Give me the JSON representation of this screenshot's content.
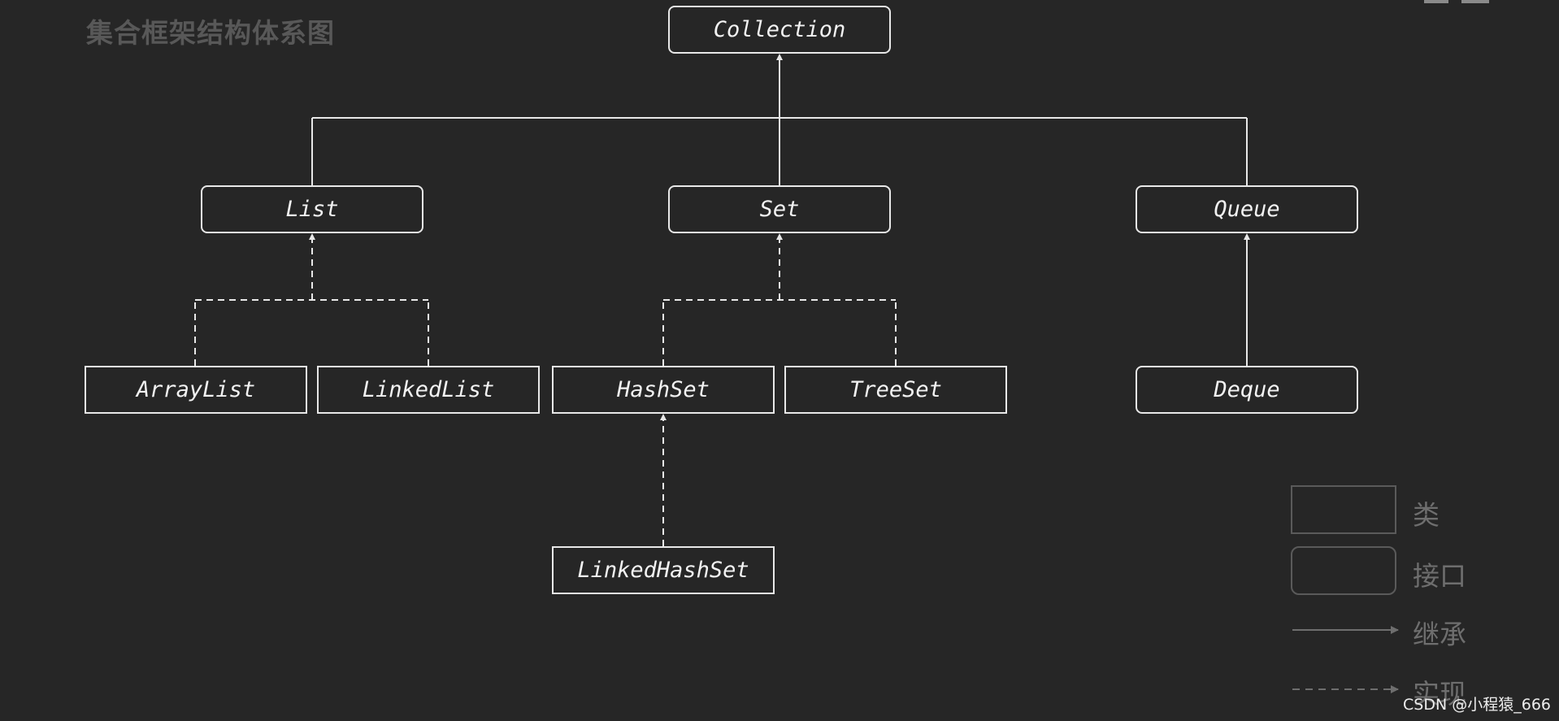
{
  "title": "集合框架结构体系图",
  "nodes": {
    "collection": {
      "label": "Collection",
      "kind": "interface"
    },
    "list": {
      "label": "List",
      "kind": "interface"
    },
    "set": {
      "label": "Set",
      "kind": "interface"
    },
    "queue": {
      "label": "Queue",
      "kind": "interface"
    },
    "arraylist": {
      "label": "ArrayList",
      "kind": "class"
    },
    "linkedlist": {
      "label": "LinkedList",
      "kind": "class"
    },
    "hashset": {
      "label": "HashSet",
      "kind": "class"
    },
    "treeset": {
      "label": "TreeSet",
      "kind": "class"
    },
    "deque": {
      "label": "Deque",
      "kind": "interface"
    },
    "linkedhashset": {
      "label": "LinkedHashSet",
      "kind": "class"
    }
  },
  "edges": [
    {
      "from": "list",
      "to": "collection",
      "type": "inherit"
    },
    {
      "from": "set",
      "to": "collection",
      "type": "inherit"
    },
    {
      "from": "queue",
      "to": "collection",
      "type": "inherit"
    },
    {
      "from": "arraylist",
      "to": "list",
      "type": "implement"
    },
    {
      "from": "linkedlist",
      "to": "list",
      "type": "implement"
    },
    {
      "from": "hashset",
      "to": "set",
      "type": "implement"
    },
    {
      "from": "treeset",
      "to": "set",
      "type": "implement"
    },
    {
      "from": "deque",
      "to": "queue",
      "type": "inherit"
    },
    {
      "from": "linkedhashset",
      "to": "hashset",
      "type": "implement"
    }
  ],
  "legend": {
    "class_label": "类",
    "interface_label": "接口",
    "inherit_label": "继承",
    "implement_label": "实现"
  },
  "colors": {
    "background": "#262626",
    "node_border": "#e8e8e8",
    "node_text": "#f2f2f2",
    "legend": "#6e6e6e"
  },
  "watermark": "CSDN @小程猿_666"
}
